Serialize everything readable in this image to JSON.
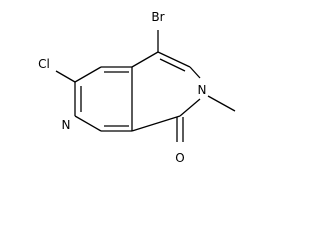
{
  "diagram": {
    "type": "chemical-structure",
    "atom_labels": {
      "bromine": "Br",
      "chlorine": "Cl",
      "pyridine_nitrogen": "N",
      "amide_nitrogen": "N",
      "carbonyl_oxygen": "O"
    },
    "colors": {
      "stroke": "#000000",
      "background": "#ffffff"
    }
  }
}
